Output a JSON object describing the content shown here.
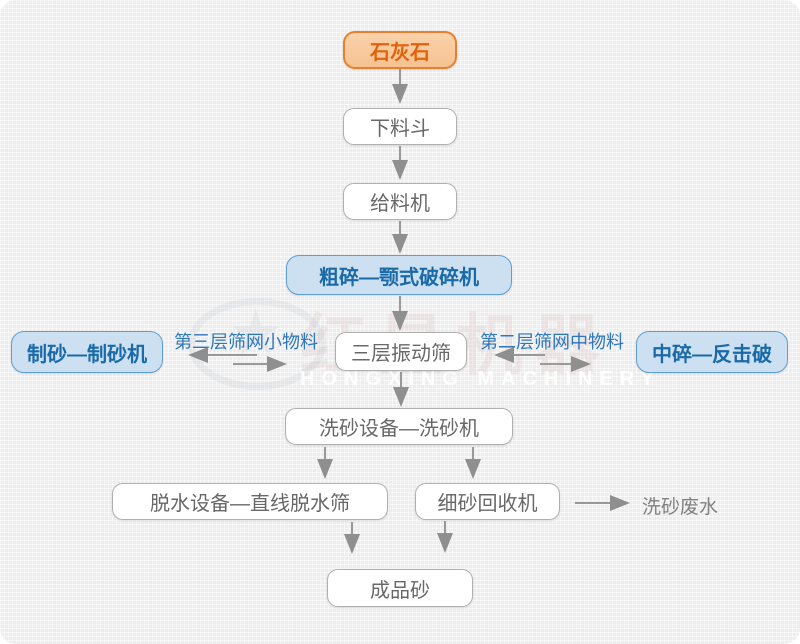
{
  "nodes": {
    "limestone": {
      "label": "石灰石"
    },
    "hopper": {
      "label": "下料斗"
    },
    "feeder": {
      "label": "给料机"
    },
    "jaw_crusher": {
      "label": "粗碎—颚式破碎机"
    },
    "vibrating_screen": {
      "label": "三层振动筛"
    },
    "sand_maker": {
      "label": "制砂—制砂机"
    },
    "impact_crusher": {
      "label": "中碎—反击破"
    },
    "sand_washer": {
      "label": "洗砂设备—洗砂机"
    },
    "dewatering_screen": {
      "label": "脱水设备—直线脱水筛"
    },
    "fine_sand_recycler": {
      "label": "细砂回收机"
    },
    "finished_sand": {
      "label": "成品砂"
    },
    "waste_water": {
      "label": "洗砂废水"
    }
  },
  "edge_labels": {
    "third_layer_fines": {
      "label": "第三层筛网小物料"
    },
    "second_layer_medium": {
      "label": "第二层筛网中物料"
    }
  },
  "watermark": {
    "cn": "红星机器",
    "en": "HONGXING MACHINERY",
    "star": "★"
  },
  "colors": {
    "accent_orange_border": "#e87f2e",
    "accent_orange_text": "#e2620c",
    "accent_blue_border": "#5b9fd4",
    "blue_box_bg": "#cde0f2",
    "blue_box_text": "#1a6aa8",
    "edge_label_blue": "#2e77bd",
    "arrow_gray": "#999999",
    "white_box_text": "#686868",
    "background": "#ededed"
  }
}
